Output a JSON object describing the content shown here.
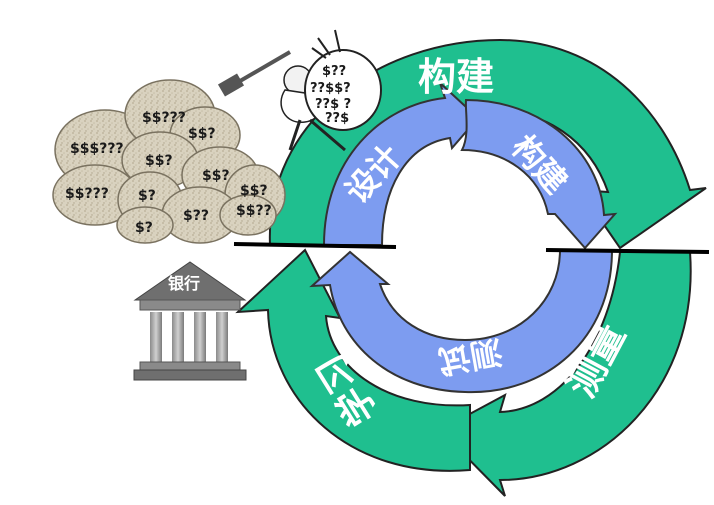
{
  "diagram": {
    "outer_cycle": {
      "color": "#1fbf8f",
      "stroke": "#222222",
      "stages": [
        {
          "label": "构建"
        },
        {
          "label": "测量"
        },
        {
          "label": "学习"
        }
      ]
    },
    "inner_cycle": {
      "color": "#7d9cf0",
      "stroke": "#333333",
      "stages": [
        {
          "label": "设计"
        },
        {
          "label": "构建"
        },
        {
          "label": "测试"
        }
      ]
    },
    "bank": {
      "label": "银行"
    },
    "money_bags": [
      {
        "label": "$$$???"
      },
      {
        "label": "$$???"
      },
      {
        "label": "$$?"
      },
      {
        "label": "$$?"
      },
      {
        "label": "$$?"
      },
      {
        "label": "$$???"
      },
      {
        "label": "$?"
      },
      {
        "label": "$$?"
      },
      {
        "label": "$??"
      },
      {
        "label": "$$??"
      },
      {
        "label": "$?"
      }
    ],
    "worker_sack": {
      "label": "$??\n??$$?\n??$ ?\n??$"
    }
  }
}
